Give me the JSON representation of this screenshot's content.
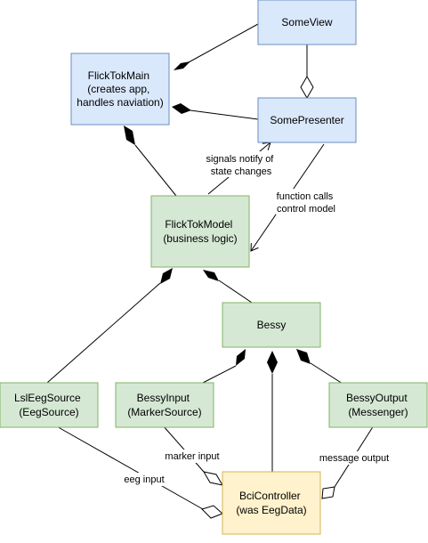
{
  "nodes": {
    "someview": {
      "lines": [
        "SomeView"
      ],
      "fill": "#dae8fc",
      "stroke": "#6c8ebf"
    },
    "flicktokmain": {
      "lines": [
        "FlickTokMain",
        "(creates app,",
        "handles naviation)"
      ],
      "fill": "#dae8fc",
      "stroke": "#6c8ebf"
    },
    "somepresenter": {
      "lines": [
        "SomePresenter"
      ],
      "fill": "#dae8fc",
      "stroke": "#6c8ebf"
    },
    "flicktokmodel": {
      "lines": [
        "FlickTokModel",
        "(business logic)"
      ],
      "fill": "#d5e8d4",
      "stroke": "#82b366"
    },
    "bessy": {
      "lines": [
        "Bessy"
      ],
      "fill": "#d5e8d4",
      "stroke": "#82b366"
    },
    "lsleegsource": {
      "lines": [
        "LslEegSource",
        "(EegSource)"
      ],
      "fill": "#d5e8d4",
      "stroke": "#82b366"
    },
    "bessyinput": {
      "lines": [
        "BessyInput",
        "(MarkerSource)"
      ],
      "fill": "#d5e8d4",
      "stroke": "#82b366"
    },
    "bessyoutput": {
      "lines": [
        "BessyOutput",
        "(Messenger)"
      ],
      "fill": "#d5e8d4",
      "stroke": "#82b366"
    },
    "bcicontroller": {
      "lines": [
        "BciController",
        "(was EegData)"
      ],
      "fill": "#fff2cc",
      "stroke": "#d6b656"
    }
  },
  "edges": {
    "signals": [
      "signals notify of",
      "state changes"
    ],
    "function_calls": [
      "function calls",
      "control model"
    ],
    "marker_input": [
      "marker input"
    ],
    "eeg_input": [
      "eeg input"
    ],
    "message_output": [
      "message output"
    ]
  }
}
